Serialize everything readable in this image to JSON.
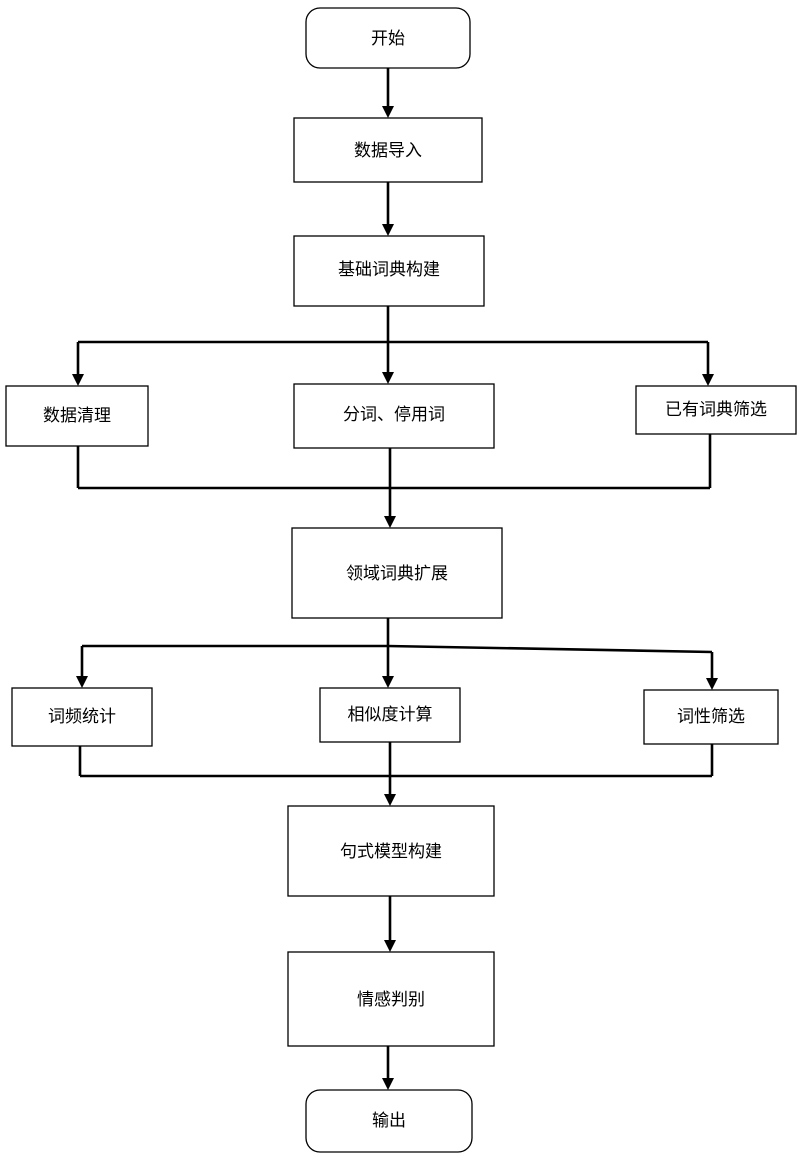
{
  "colors": {
    "stroke": "#000000",
    "fill": "#ffffff",
    "text": "#000000"
  },
  "nodes": {
    "start": "开始",
    "data_import": "数据导入",
    "base_dict_build": "基础词典构建",
    "data_cleaning": "数据清理",
    "segmentation_stopwords": "分词、停用词",
    "existing_dict_filter": "已有词典筛选",
    "domain_dict_expand": "领域词典扩展",
    "word_freq_stats": "词频统计",
    "similarity_calc": "相似度计算",
    "pos_filter": "词性筛选",
    "sentence_model_build": "句式模型构建",
    "sentiment_judgment": "情感判别",
    "output": "输出"
  }
}
